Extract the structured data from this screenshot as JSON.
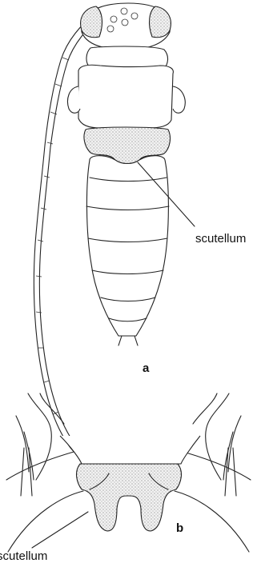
{
  "figure": {
    "panel_a": {
      "letter": "a",
      "callout": "scutellum"
    },
    "panel_b": {
      "letter": "b",
      "callout": "scutellum"
    }
  }
}
